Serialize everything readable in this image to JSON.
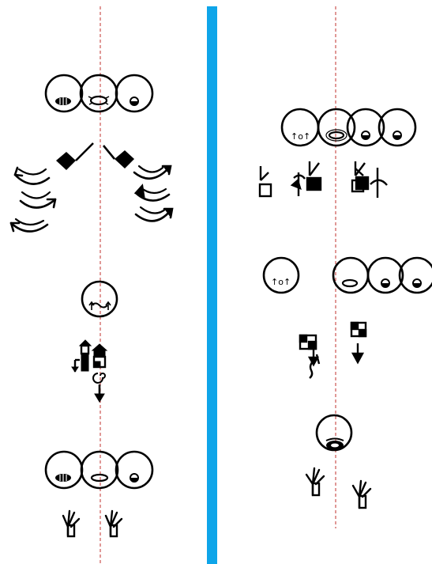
{
  "colors": {
    "background": "#ffffff",
    "ink": "#000000",
    "divider": "#0ea5e9",
    "center_line": "#c0302c"
  },
  "panels": [
    {
      "name": "left-panel",
      "symbols": [
        "face-group-three-heads",
        "diamond-contact-symbols",
        "curved-arrow-movements-left",
        "curved-arrow-movements-right",
        "single-face-with-upward-arrows",
        "hand-shape-symbols-with-spiral",
        "face-group-three-heads-bottom",
        "two-hand-shape-symbols"
      ]
    },
    {
      "name": "right-panel",
      "symbols": [
        "face-group-four-heads",
        "hand-shape-contact-symbols",
        "single-face-left",
        "face-group-three-heads",
        "square-hand-shapes-with-arrows",
        "face-with-mouth",
        "two-hand-shape-symbols"
      ]
    }
  ],
  "icons": {
    "divider": "vertical-divider-bar",
    "center_line": "dashed-center-line"
  }
}
